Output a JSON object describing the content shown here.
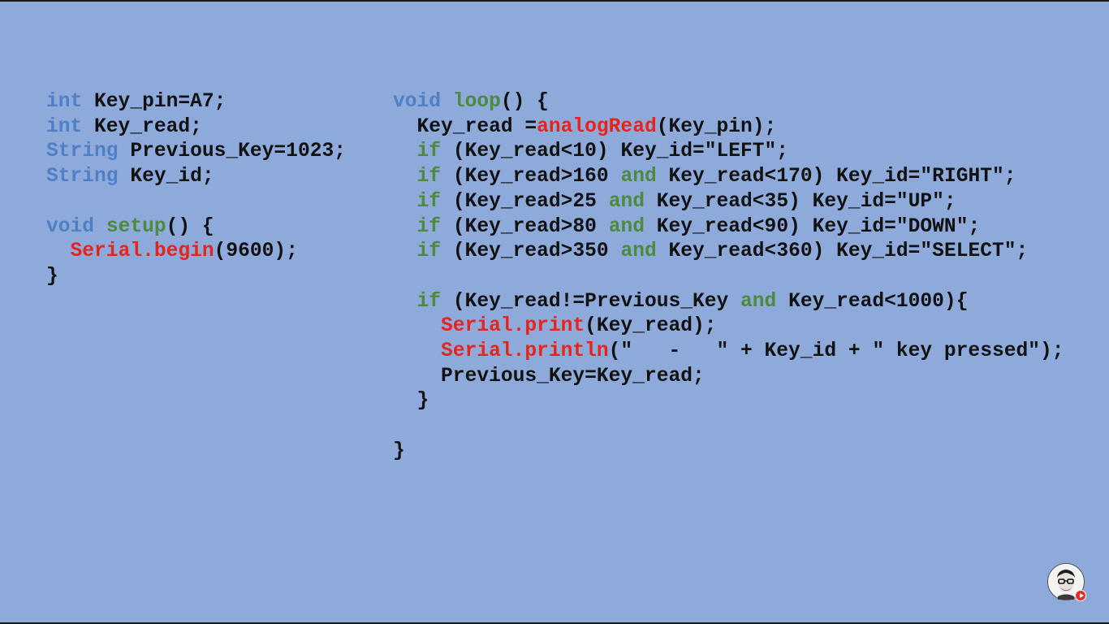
{
  "colors": {
    "background": "#8eaadb",
    "type_keyword": "#4f7fc6",
    "control_keyword": "#4d8a3e",
    "function_call": "#e8231b",
    "text": "#111111"
  },
  "left_code": {
    "line1": {
      "type": "int",
      "rest": " Key_pin=A7;"
    },
    "line2": {
      "type": "int",
      "rest": " Key_read;"
    },
    "line3": {
      "type": "String",
      "rest": " Previous_Key=1023;"
    },
    "line4": {
      "type": "String",
      "rest": " Key_id;"
    },
    "line6": {
      "type": "void",
      "fn": "setup",
      "rest": "() {"
    },
    "line7": {
      "indent": "  ",
      "fn": "Serial.begin",
      "rest": "(9600);"
    },
    "line8": {
      "text": "}"
    }
  },
  "right_code": {
    "line1": {
      "type": "void",
      "fn": "loop",
      "rest": "() {"
    },
    "line2": {
      "indent": "  ",
      "pre": "Key_read =",
      "fn": "analogRead",
      "rest": "(Key_pin);"
    },
    "line3": {
      "indent": "  ",
      "kw": "if",
      "a": " (Key_read<10) Key_id=\"LEFT\";"
    },
    "line4": {
      "indent": "  ",
      "kw": "if",
      "a": " (Key_read>160 ",
      "and": "and",
      "b": " Key_read<170) Key_id=\"RIGHT\";"
    },
    "line5": {
      "indent": "  ",
      "kw": "if",
      "a": " (Key_read>25 ",
      "and": "and",
      "b": " Key_read<35) Key_id=\"UP\";"
    },
    "line6": {
      "indent": "  ",
      "kw": "if",
      "a": " (Key_read>80 ",
      "and": "and",
      "b": " Key_read<90) Key_id=\"DOWN\";"
    },
    "line7": {
      "indent": "  ",
      "kw": "if",
      "a": " (Key_read>350 ",
      "and": "and",
      "b": " Key_read<360) Key_id=\"SELECT\";"
    },
    "line9": {
      "indent": "  ",
      "kw": "if",
      "a": " (Key_read!=Previous_Key ",
      "and": "and",
      "b": " Key_read<1000){"
    },
    "line10": {
      "indent": "    ",
      "fn": "Serial.print",
      "rest": "(Key_read);"
    },
    "line11": {
      "indent": "    ",
      "fn": "Serial.println",
      "rest": "(\"   -   \" + Key_id + \" key pressed\");"
    },
    "line12": {
      "indent": "    ",
      "text": "Previous_Key=Key_read;"
    },
    "line13": {
      "indent": "  ",
      "text": "}"
    },
    "line15": {
      "text": "}"
    }
  },
  "channel_avatar": {
    "icon": "presenter-avatar-icon",
    "badge_icon": "play-badge-icon"
  }
}
